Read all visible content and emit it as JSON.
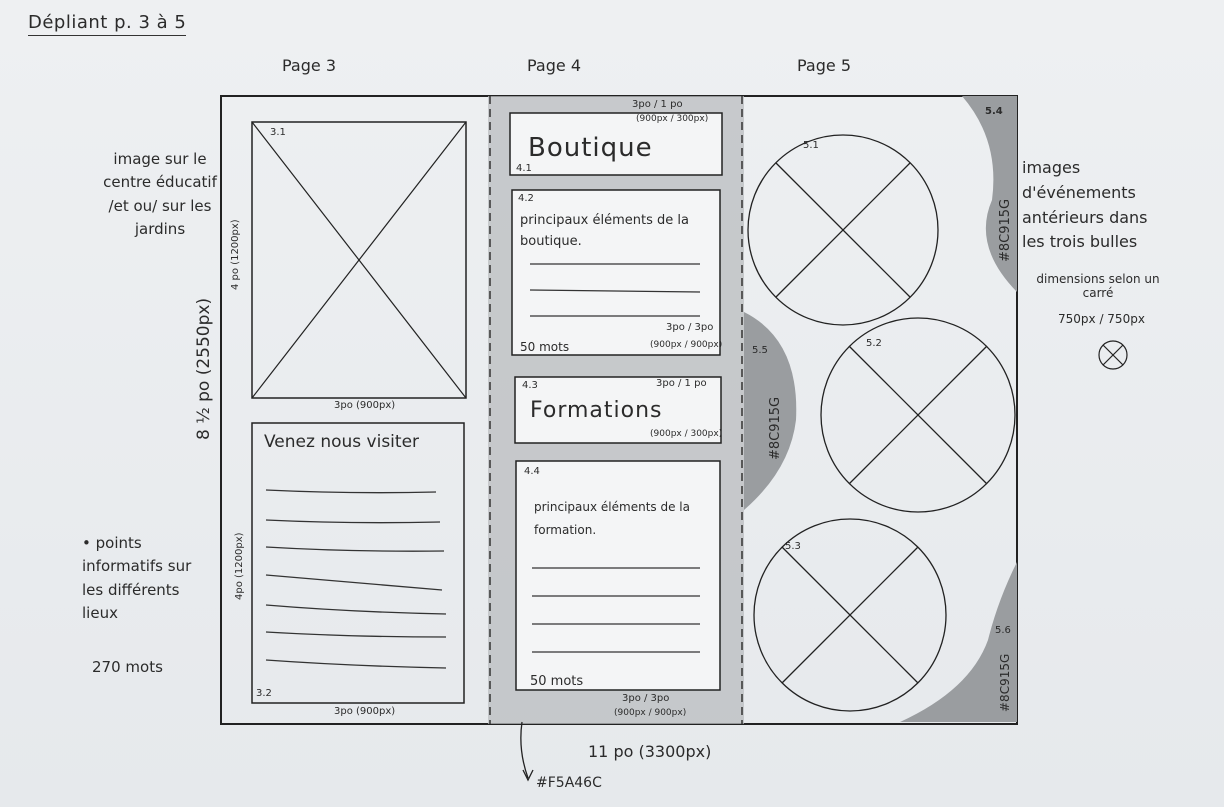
{
  "title": "Dépliant p. 3 à 5",
  "pages": {
    "p3": "Page 3",
    "p4": "Page 4",
    "p5": "Page 5"
  },
  "dimensions": {
    "height": "8 ½ po (2550px)",
    "width": "11 po (3300px)"
  },
  "notes": {
    "left_top": "image sur le centre éducatif /et ou/ sur les jardins",
    "left_bottom": "• points informatifs sur les différents lieux",
    "left_words": "270 mots",
    "right_top": "images d'événements antérieurs dans les trois bulles",
    "right_dims": "dimensions selon un carré",
    "right_px": "750px / 750px"
  },
  "colors": {
    "middle_band": "#F5A46C",
    "curves": "#8C915G",
    "middle_band_label": "#F5A46C",
    "curve_label": "#8C915G"
  },
  "page3": {
    "img_id": "3.1",
    "img_height": "4 po (1200px)",
    "img_width": "3po (900px)",
    "text_id": "3.2",
    "text_title": "Venez nous visiter",
    "text_height": "4po (1200px)",
    "text_width": "3po (900px)"
  },
  "page4": {
    "b1_id": "4.1",
    "b1_title": "Boutique",
    "b1_size": "3po / 1 po",
    "b1_px": "(900px / 300px)",
    "b2_id": "4.2",
    "b2_text": "principaux éléments de la boutique.",
    "b2_words": "50 mots",
    "b2_size": "3po / 3po",
    "b2_px": "(900px / 900px)",
    "b3_id": "4.3",
    "b3_title": "Formations",
    "b3_size": "3po / 1 po",
    "b3_px": "(900px / 300px)",
    "b4_id": "4.4",
    "b4_text": "principaux éléments de la formation.",
    "b4_words": "50 mots",
    "b4_size": "3po / 3po",
    "b4_px": "(900px / 900px)"
  },
  "page5": {
    "c1": "5.1",
    "c2": "5.2",
    "c3": "5.3",
    "s4": "5.4",
    "s5": "5.5",
    "s6": "5.6"
  }
}
